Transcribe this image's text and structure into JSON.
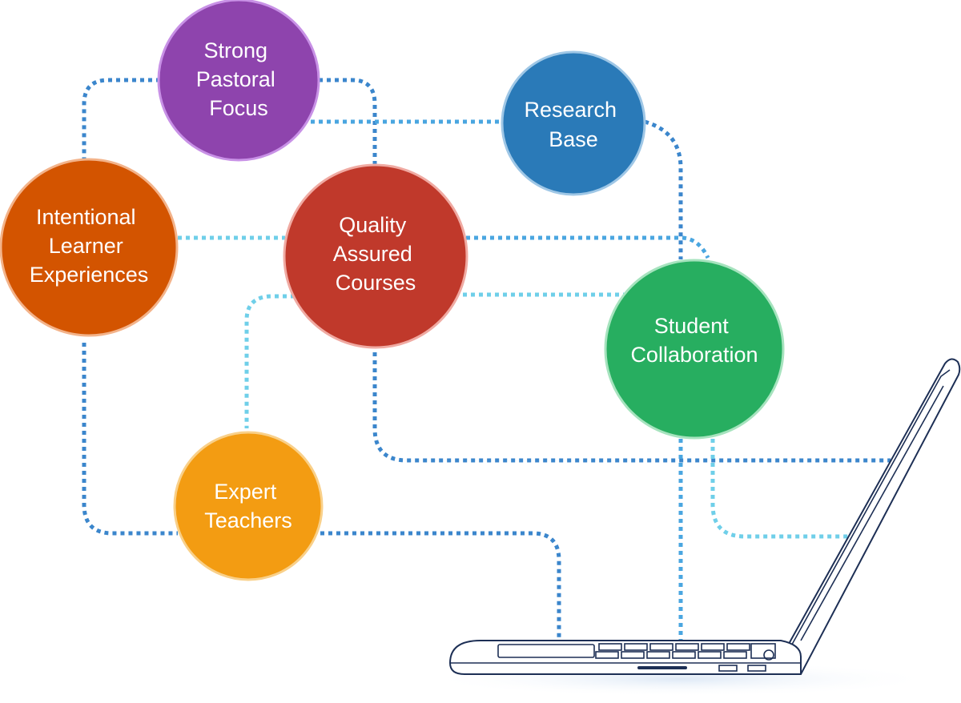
{
  "nodes": [
    {
      "id": "strong-pastoral-focus",
      "lines": [
        "Strong",
        "Pastoral",
        "Focus"
      ],
      "color": "#8e44ad",
      "ring": "#c891e6"
    },
    {
      "id": "research-base",
      "lines": [
        "Research",
        "Base"
      ],
      "color": "#2a7ab8",
      "ring": "#9fc7e6"
    },
    {
      "id": "intentional-learner-experiences",
      "lines": [
        "Intentional",
        "Learner",
        "Experiences"
      ],
      "color": "#d35400",
      "ring": "#f3b38a"
    },
    {
      "id": "quality-assured-courses",
      "lines": [
        "Quality",
        "Assured",
        "Courses"
      ],
      "color": "#c0392b",
      "ring": "#f0aaa2"
    },
    {
      "id": "student-collaboration",
      "lines": [
        "Student",
        "Collaboration"
      ],
      "color": "#27ae60",
      "ring": "#a6e3be"
    },
    {
      "id": "expert-teachers",
      "lines": [
        "Expert",
        "Teachers"
      ],
      "color": "#f39c12",
      "ring": "#f9d089"
    }
  ],
  "colors": {
    "connector_dark": "#3b86cc",
    "connector_light": "#6fcfe9",
    "laptop_outline": "#1d2f55"
  },
  "icons": [
    "laptop-icon"
  ]
}
